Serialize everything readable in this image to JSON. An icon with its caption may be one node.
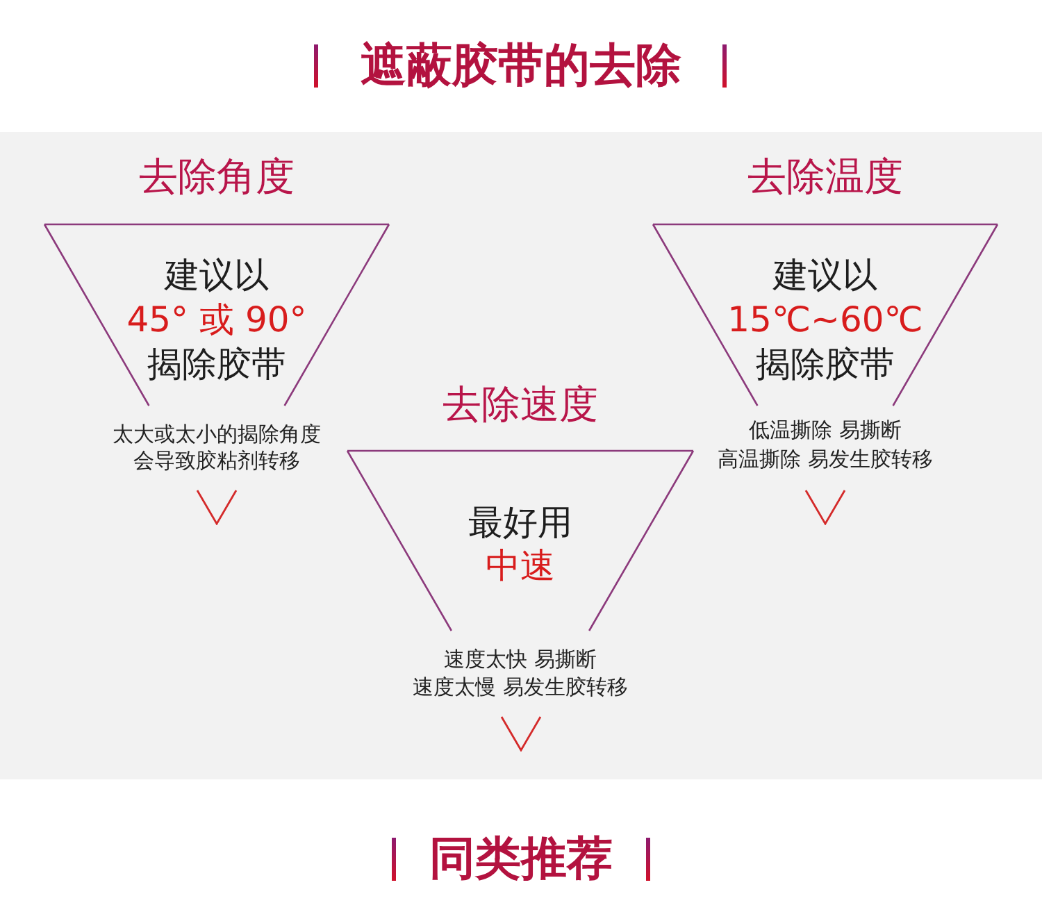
{
  "diagram": {
    "title": "遮蔽胶带的去除",
    "nodes": [
      {
        "text": [
          "去除角度",
          "建议以",
          "45° 或 90°",
          "揭除胶带",
          "太大或太小的揭除角度会导致胶粘剂转移"
        ]
      },
      {
        "text": [
          "去除温度",
          "建议以",
          "15℃~60℃",
          "揭除胶带",
          "低温撕除 易撕断",
          "高温撕除 易发生胶转移"
        ]
      },
      {
        "text": [
          "去除速度",
          "最好用",
          "中速",
          "速度太快 易撕断",
          "速度太慢 易发生胶转移"
        ]
      }
    ],
    "labels": [
      "同类推荐"
    ]
  }
}
